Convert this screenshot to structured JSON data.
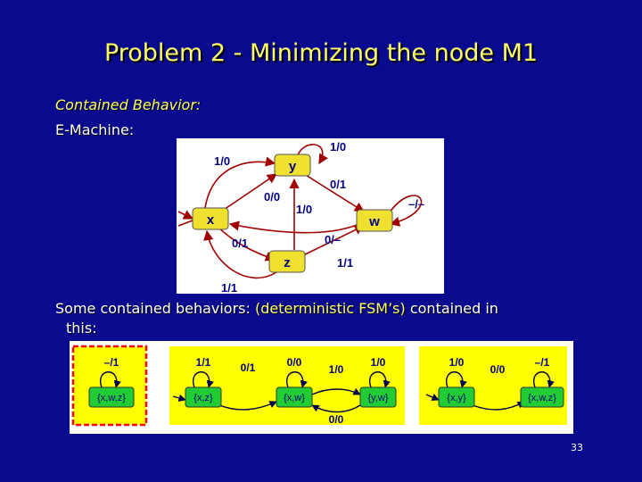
{
  "slide": {
    "title": "Problem 2 - Minimizing the node M1",
    "contained_behavior_label": "Contained Behavior:",
    "emachine_label": "E-Machine:",
    "some_text_before": "Some contained behaviors: ",
    "some_text_highlight": "(deterministic FSM’s)",
    "some_text_after": " contained in",
    "this_label": "this:",
    "page_number": "33"
  },
  "emachine": {
    "states": [
      "y",
      "x",
      "w",
      "z"
    ],
    "labels": [
      "1/0",
      "1/0",
      "0/1",
      "0/0",
      "1/0",
      "–/–",
      "0/1",
      "0/–",
      "1/1",
      "1/1"
    ]
  },
  "machines": [
    {
      "states": [
        "{x,w,z}"
      ],
      "loop_labels": [
        "–/1"
      ],
      "transitions": []
    },
    {
      "states": [
        "{x,z}",
        "{x,w}",
        "{y,w}"
      ],
      "loop_labels": [
        "1/1",
        "0/0",
        "1/0"
      ],
      "transitions": [
        "0/1",
        "1/0",
        "0/0"
      ]
    },
    {
      "states": [
        "{x,y}",
        "{x,w,z}"
      ],
      "loop_labels": [
        "1/0",
        "–/1"
      ],
      "transitions": [
        "0/0"
      ]
    }
  ],
  "colors": {
    "background": "#0a0a8e",
    "title": "#ffff66",
    "node_fill": "#f0e030",
    "fsm_node_fill": "#22cc33",
    "fsm_panel": "#ffff00",
    "highlight_box": "#ff0000"
  }
}
